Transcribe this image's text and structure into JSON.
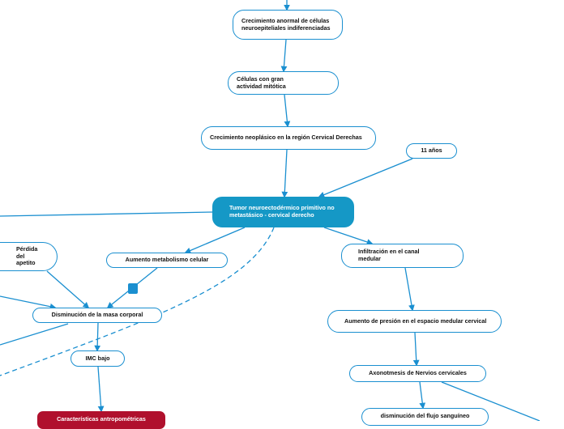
{
  "nodes": {
    "crecimiento_anormal": "Crecimiento anormal de células neuroepiteliales indiferenciadas",
    "celulas_mitotica": "Células con gran actividad mitótica",
    "crecimiento_neoplasico": "Crecimiento neoplásico en la región Cervical Derechas",
    "edad": "11 años",
    "tumor": "Tumor neuroectodérmico primitivo no metastásico - cervical derecho",
    "perdida_apetito": "Pérdida del apetito",
    "aumento_metabolismo": "Aumento metabolismo celular",
    "infiltracion": "Infiltración en el canal medular",
    "disminucion_masa": "Disminución de la masa corporal",
    "imc_bajo": "IMC bajo",
    "aumento_presion": "Aumento de presión en el espacio medular cervical",
    "axonotmesis": "Axonotmesis de Nervios cervicales",
    "disminucion_flujo": "disminución del flujo sanguíneo",
    "caracteristicas": "Características antropométricas"
  },
  "colors": {
    "link": "#1a8fd0",
    "node_border": "#1a8fd0",
    "central_fill": "#1598c6",
    "highlight_fill": "#b0102d"
  }
}
